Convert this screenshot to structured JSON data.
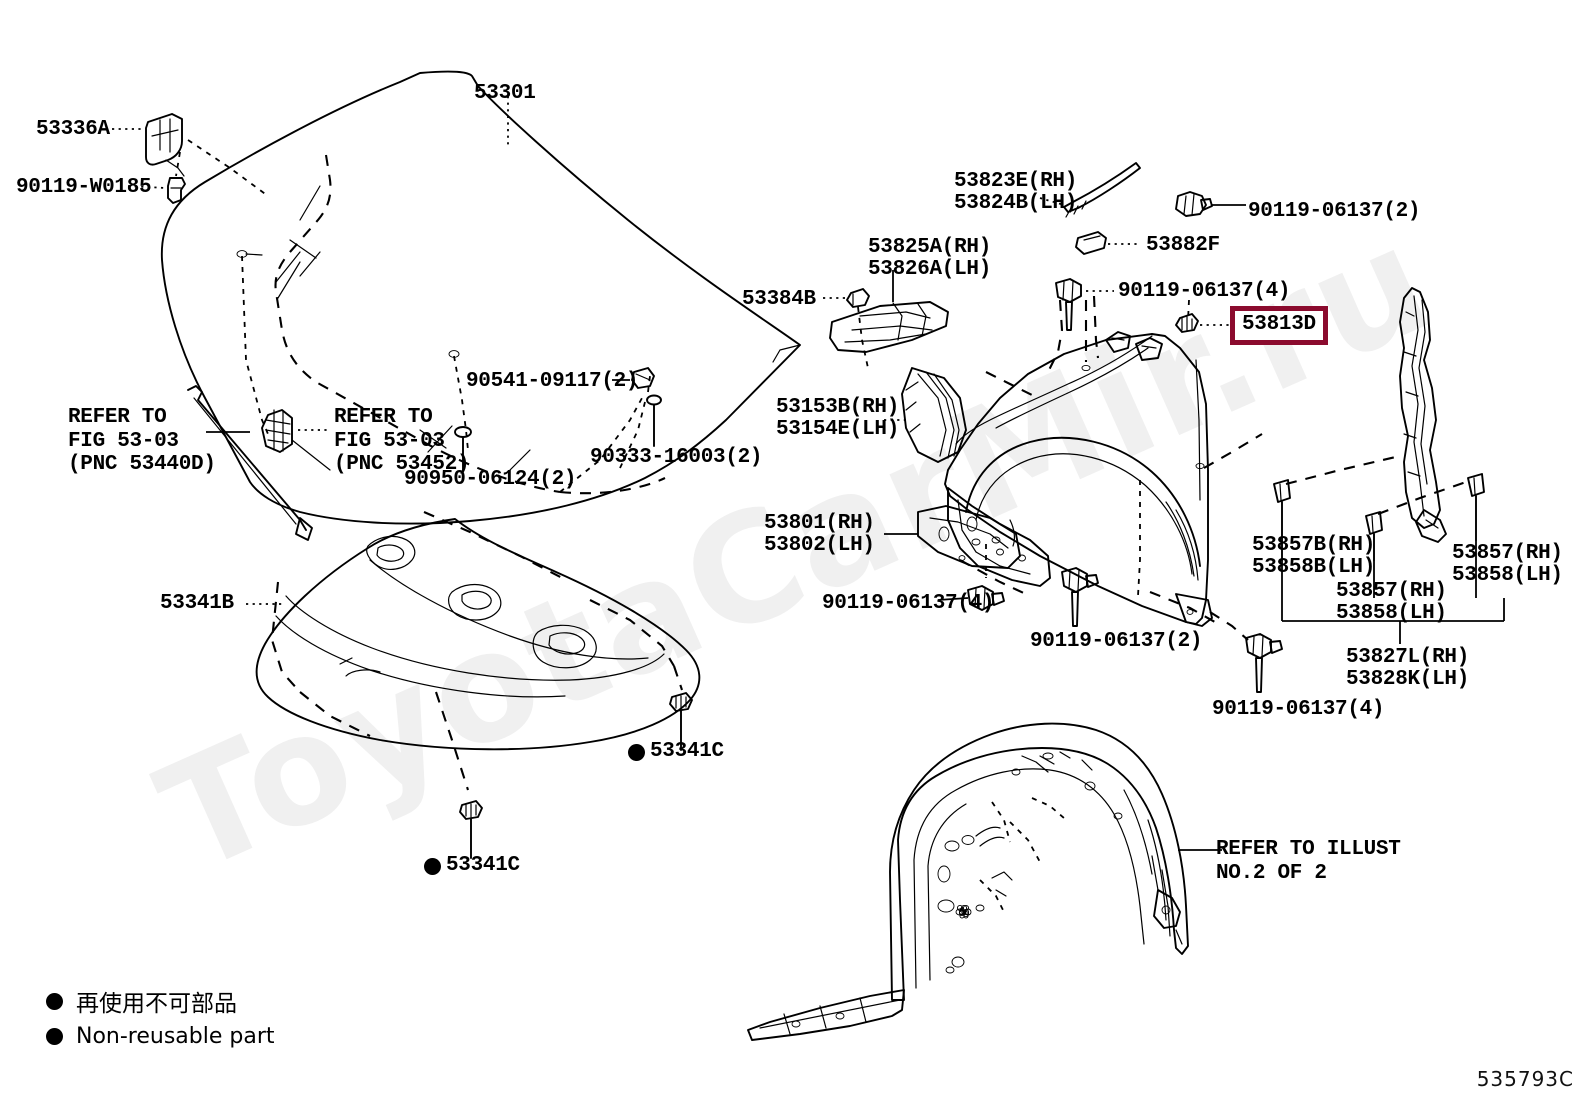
{
  "figure": {
    "id_code": "535793C",
    "watermark": "ToyotaCarMir.ru"
  },
  "legend": {
    "items": [
      {
        "marker": "filled-circle",
        "text": "再使用不可部品"
      },
      {
        "marker": "filled-circle",
        "text": "Non-reusable part"
      }
    ]
  },
  "highlight": {
    "part": "53813D",
    "color": "#8b0b2e"
  },
  "labels": {
    "hood": "53301",
    "hood_stay_bracket": "53336A",
    "hood_clip": "90119-W0185",
    "refer_53440d": "REFER TO\nFIG 53-03\n(PNC 53440D)",
    "refer_53452": "REFER TO\nFIG 53-03\n(PNC 53452)",
    "bolt_90541": "90541-09117(2)",
    "clip_90950": "90950-06124(2)",
    "pin_90333": "90333-16003(2)",
    "insulator": "53341B",
    "insulator_clip_a": "53341C",
    "insulator_clip_b": "53341C",
    "seal_53823e_rh": "53823E(RH)",
    "seal_53824b_lh": "53824B(LH)",
    "retainer_53825a_rh": "53825A(RH)",
    "retainer_53826a_lh": "53826A(LH)",
    "clip_53384b": "53384B",
    "clip_53882f": "53882F",
    "bolt_90119_2_top": "90119-06137(2)",
    "bolt_90119_4_top": "90119-06137(4)",
    "bracket_53153b_rh": "53153B(RH)",
    "bracket_53154e_lh": "53154E(LH)",
    "fender_53801_rh": "53801(RH)",
    "fender_53802_lh": "53802(LH)",
    "bolt_90119_4_left": "90119-06137(4)",
    "bolt_90119_2_mid": "90119-06137(2)",
    "bolt_90119_4_bottom": "90119-06137(4)",
    "seal_53857b_rh": "53857B(RH)",
    "seal_53858b_lh": "53858B(LH)",
    "seal_53857_rh_mid": "53857(RH)",
    "seal_53858_lh_mid": "53858(LH)",
    "seal_53857_rh_right": "53857(RH)",
    "seal_53858_lh_right": "53858(LH)",
    "pad_53827l_rh": "53827L(RH)",
    "pad_53828k_lh": "53828K(LH)",
    "refer_illust": "REFER TO ILLUST\nNO.2 OF 2"
  }
}
